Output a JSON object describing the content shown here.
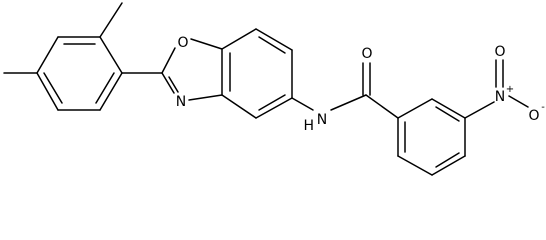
{
  "structure": {
    "atoms": {
      "benzoxazole_O": "O",
      "benzoxazole_N": "N",
      "amide_N": "N",
      "amide_H": "H",
      "carbonyl_O": "O",
      "nitro_N": "N",
      "nitro_N_charge": "+",
      "nitro_O_single": "O",
      "nitro_O_charge": "-",
      "nitro_O_double": "O"
    }
  }
}
